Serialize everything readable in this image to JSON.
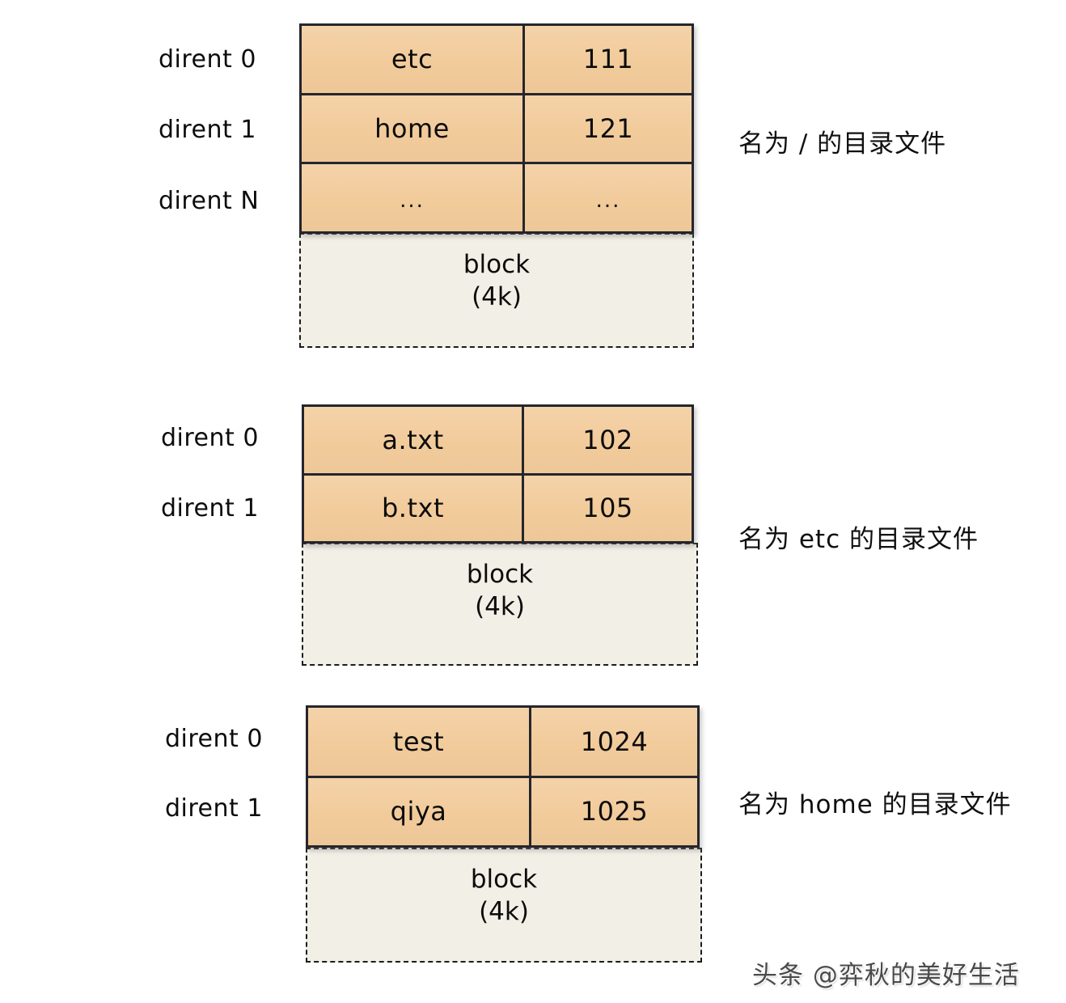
{
  "diagram": {
    "title": "directory-file-dirent-block-diagram",
    "colors": {
      "cell_fill": "#f2cb9b",
      "cell_border": "#25262c",
      "block_fill": "#f2efe6",
      "block_border": "#1c1c1c",
      "text": "#0c0c0c",
      "background": "#ffffff"
    },
    "block_label": {
      "line1": "block",
      "line2": "(4k)"
    },
    "sections": [
      {
        "id": "root-directory",
        "annotation": "名为 / 的目录文件",
        "row_labels": [
          "dirent 0",
          "dirent 1",
          "dirent N"
        ],
        "rows": [
          {
            "name": "etc",
            "inode": "111"
          },
          {
            "name": "home",
            "inode": "121"
          },
          {
            "name": "...",
            "inode": "..."
          }
        ]
      },
      {
        "id": "etc-directory",
        "annotation": "名为 etc 的目录文件",
        "row_labels": [
          "dirent 0",
          "dirent 1"
        ],
        "rows": [
          {
            "name": "a.txt",
            "inode": "102"
          },
          {
            "name": "b.txt",
            "inode": "105"
          }
        ]
      },
      {
        "id": "home-directory",
        "annotation": "名为 home 的目录文件",
        "row_labels": [
          "dirent 0",
          "dirent 1"
        ],
        "rows": [
          {
            "name": "test",
            "inode": "1024"
          },
          {
            "name": "qiya",
            "inode": "1025"
          }
        ]
      }
    ],
    "watermark": "头条 @弈秋的美好生活"
  }
}
